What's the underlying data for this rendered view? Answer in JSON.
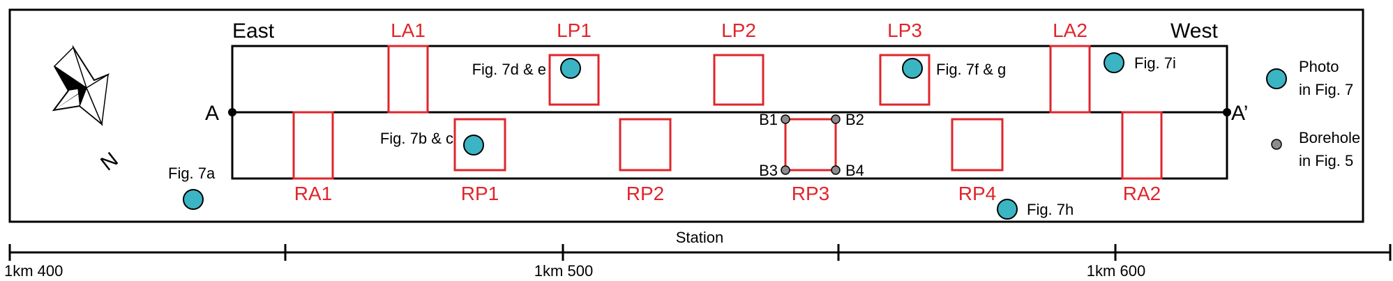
{
  "directions": {
    "left": "East",
    "right": "West",
    "north": "N"
  },
  "section_line": {
    "start": "A",
    "end": "A’"
  },
  "zones": [
    {
      "id": "LA1",
      "label": "LA1"
    },
    {
      "id": "LP1",
      "label": "LP1"
    },
    {
      "id": "LP2",
      "label": "LP2"
    },
    {
      "id": "LP3",
      "label": "LP3"
    },
    {
      "id": "LA2",
      "label": "LA2"
    },
    {
      "id": "RA1",
      "label": "RA1"
    },
    {
      "id": "RP1",
      "label": "RP1"
    },
    {
      "id": "RP2",
      "label": "RP2"
    },
    {
      "id": "RP3",
      "label": "RP3"
    },
    {
      "id": "RP4",
      "label": "RP4"
    },
    {
      "id": "RA2",
      "label": "RA2"
    }
  ],
  "photos": [
    {
      "label": "Fig. 7a"
    },
    {
      "label": "Fig. 7b & c"
    },
    {
      "label": "Fig. 7d & e"
    },
    {
      "label": "Fig. 7f & g"
    },
    {
      "label": "Fig. 7h"
    },
    {
      "label": "Fig. 7i"
    }
  ],
  "boreholes": [
    {
      "label": "B1"
    },
    {
      "label": "B2"
    },
    {
      "label": "B3"
    },
    {
      "label": "B4"
    }
  ],
  "legend": {
    "photo_line1": "Photo",
    "photo_line2": "in Fig. 7",
    "borehole_line1": "Borehole",
    "borehole_line2": "in Fig. 5"
  },
  "scale": {
    "title": "Station",
    "ticks": [
      "1km 400",
      "1km 500",
      "1km 600"
    ]
  },
  "colors": {
    "zone": "#e0252b",
    "photo": "#3bb5c4",
    "borehole": "#8c8c8c"
  }
}
